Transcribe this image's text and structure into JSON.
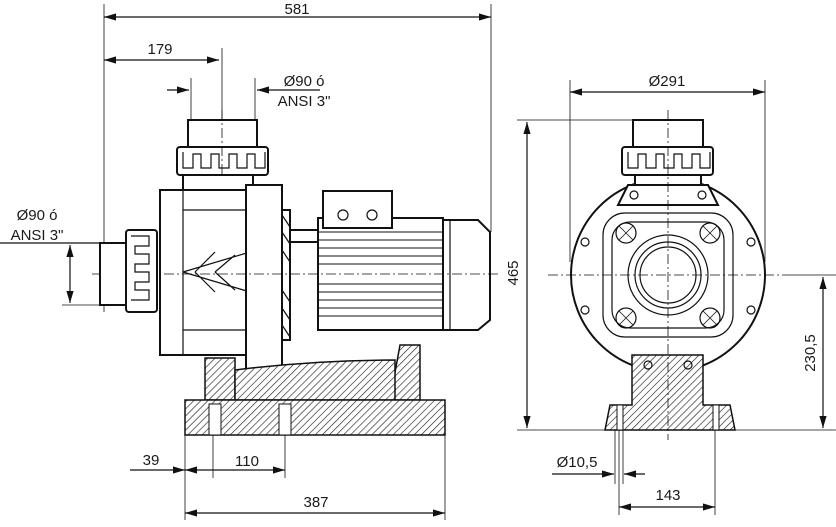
{
  "title": "Pump dimensional drawing",
  "side_view": {
    "overall_length": "581",
    "outlet_offset": "179",
    "outlet_diameter_line1": "Ø90 ó",
    "outlet_diameter_line2": "ANSI 3\"",
    "inlet_diameter_line1": "Ø90 ó",
    "inlet_diameter_line2": "ANSI 3\"",
    "base_offset": "39",
    "hole_spacing": "110",
    "base_length": "387"
  },
  "front_view": {
    "housing_diameter": "Ø291",
    "overall_height": "465",
    "axis_height": "230,5",
    "hole_diameter": "Ø10,5",
    "base_hole_spacing": "143"
  }
}
